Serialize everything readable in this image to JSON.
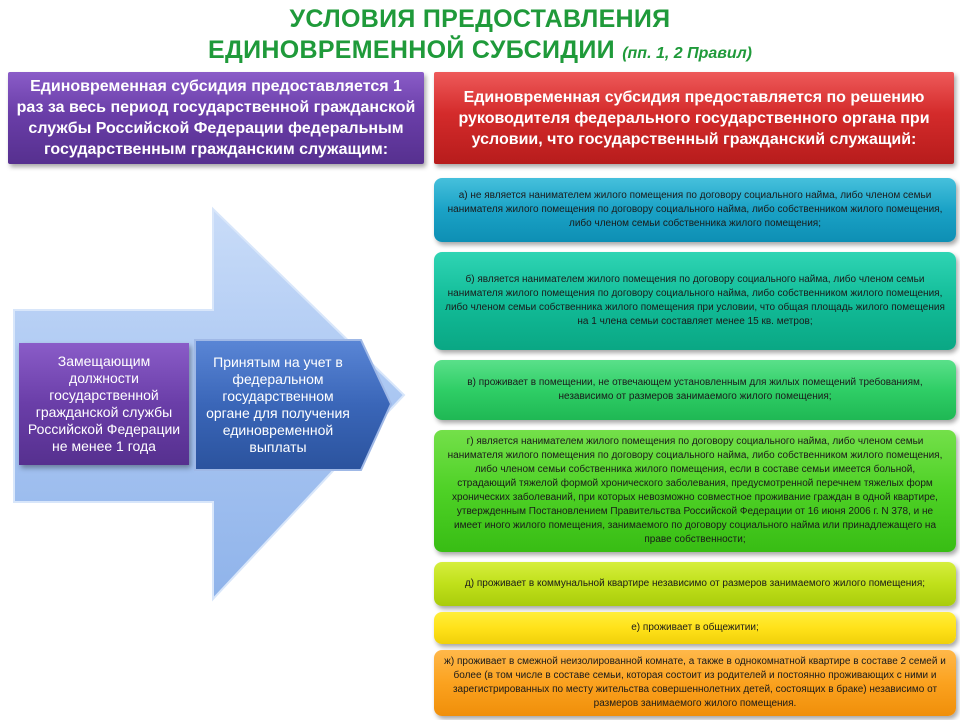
{
  "title": {
    "line1": "УСЛОВИЯ ПРЕДОСТАВЛЕНИЯ",
    "line2": "ЕДИНОВРЕМЕННОЙ  СУБСИДИИ",
    "note": "(пп. 1, 2 Правил)"
  },
  "header_left": "Единовременная субсидия предоставляется 1 раз за весь период государственной гражданской службы Российской Федерации федеральным государственным гражданским служащим:",
  "header_right": "Единовременная субсидия предоставляется по решению руководителя федерального государственного органа при условии, что государственный гражданский служащий:",
  "arrow_items": {
    "left": "Замещающим должности государственной гражданской службы Российской Федерации не менее 1 года",
    "right": "Принятым на учет в федеральном государственном органе для получения единовременной выплаты"
  },
  "conditions": [
    "а) не является нанимателем жилого помещения по договору социального найма, либо членом семьи нанимателя жилого помещения по договору социального найма, либо собственником жилого помещения, либо членом семьи собственника жилого помещения;",
    "б) является нанимателем жилого помещения по договору социального найма, либо членом семьи нанимателя жилого помещения по договору социального найма, либо собственником жилого помещения, либо членом семьи собственника жилого помещения при условии, что общая площадь жилого помещения на 1 члена семьи составляет менее 15 кв. метров;",
    "в) проживает в помещении, не отвечающем установленным для жилых помещений требованиям, независимо от размеров занимаемого жилого помещения;",
    "г) является нанимателем жилого помещения по договору социального найма, либо членом семьи нанимателя жилого помещения по договору социального найма, либо собственником жилого помещения, либо членом семьи собственника жилого помещения, если в составе семьи имеется больной, страдающий тяжелой формой хронического заболевания, предусмотренной перечнем тяжелых форм хронических заболеваний, при которых невозможно совместное проживание граждан в одной квартире, утвержденным Постановлением Правительства Российской Федерации от 16 июня 2006 г. N 378, и не имеет иного жилого помещения, занимаемого по договору социального найма или принадлежащего на праве собственности;",
    "д) проживает в коммунальной квартире независимо от размеров занимаемого жилого помещения;",
    "е) проживает в общежитии;",
    "ж) проживает в смежной неизолированной комнате, а также в однокомнатной квартире в составе 2 семей и более (в том числе в составе семьи, которая состоит из родителей и постоянно проживающих с ними и зарегистрированных по месту жительства совершеннолетних детей, состоящих в браке) независимо от размеров занимаемого жилого помещения."
  ],
  "colors": {
    "title": "#1f9a3a",
    "header_left": "#6a3ea8",
    "header_right": "#d42b2b",
    "arrow": "#a9c6f2",
    "inner_right": "#3a66b8"
  }
}
